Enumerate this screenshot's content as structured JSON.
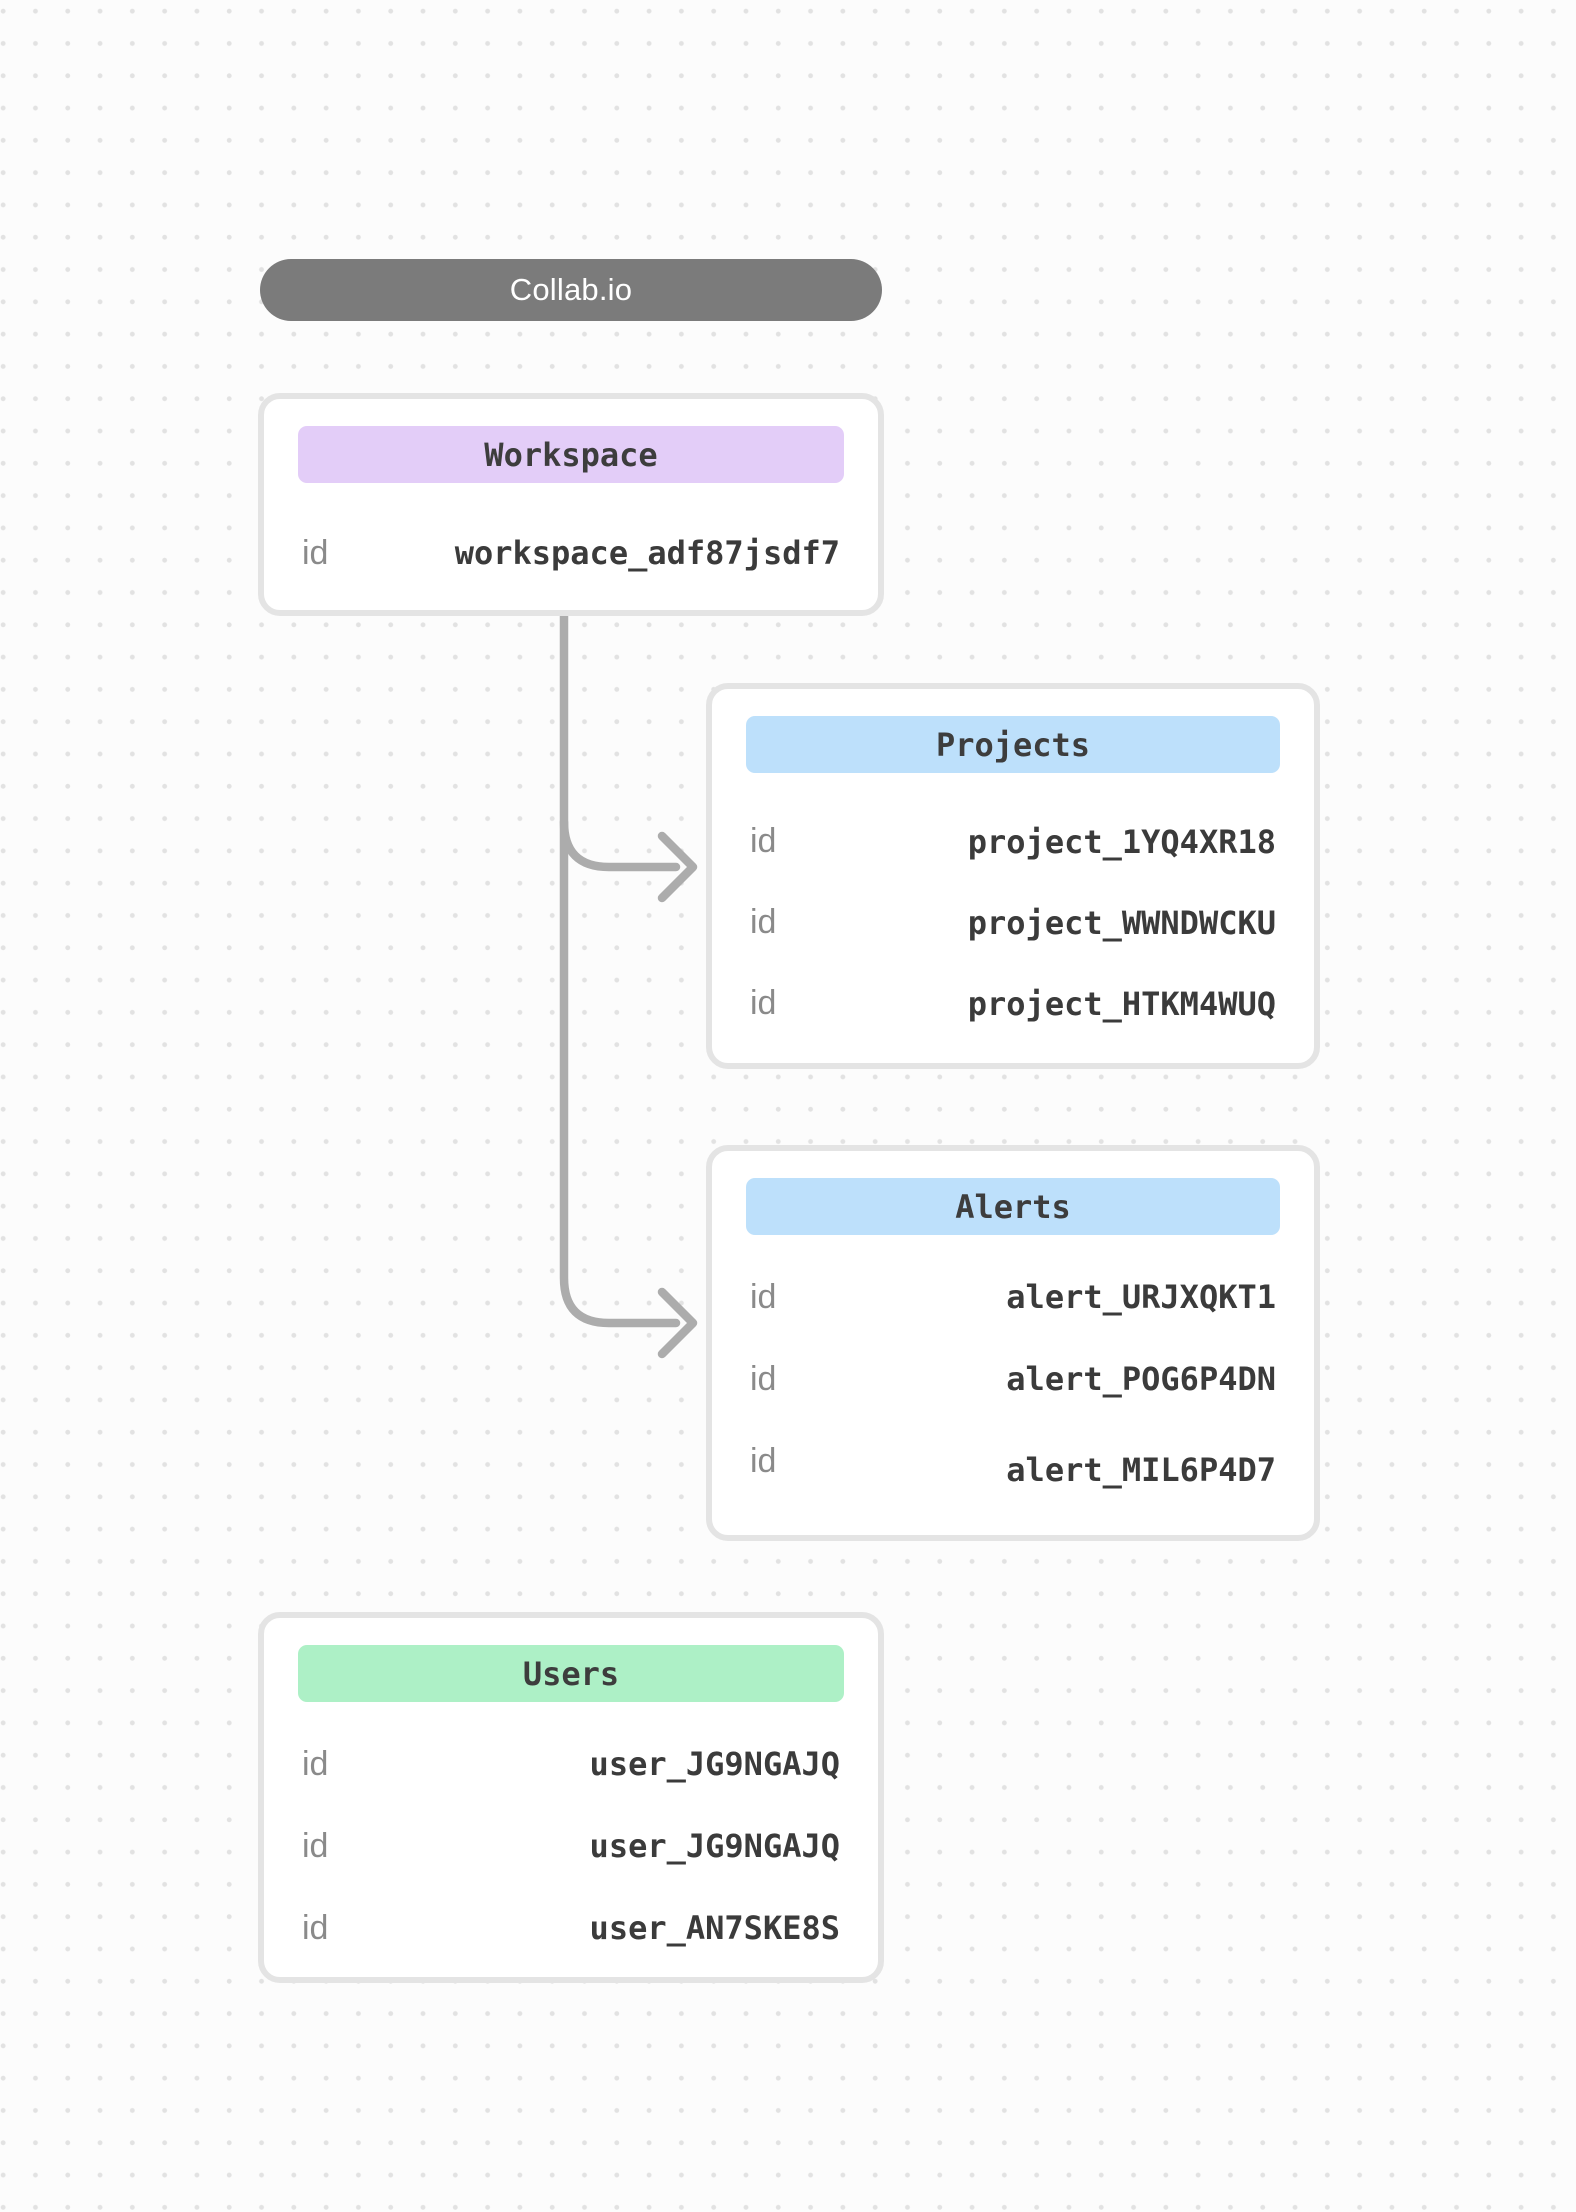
{
  "canvas": {
    "background_color": "#fcfcfc",
    "dot_color": "#e2e2e2"
  },
  "title_pill": {
    "label": "Collab.io",
    "bg_color": "#7b7b7b",
    "text_color": "#ffffff"
  },
  "connectors": {
    "color": "#acacac",
    "links": [
      {
        "from": "Workspace",
        "to": "Projects"
      },
      {
        "from": "Workspace",
        "to": "Alerts"
      }
    ]
  },
  "tables": [
    {
      "key": "workspace",
      "title": "Workspace",
      "header_bg": "#e3cdf8",
      "rows": [
        {
          "field": "id",
          "value": "workspace_adf87jsdf7"
        }
      ]
    },
    {
      "key": "projects",
      "title": "Projects",
      "header_bg": "#bde0fb",
      "rows": [
        {
          "field": "id",
          "value": "project_1YQ4XR18"
        },
        {
          "field": "id",
          "value": "project_WWNDWCKU"
        },
        {
          "field": "id",
          "value": "project_HTKM4WUQ"
        }
      ]
    },
    {
      "key": "alerts",
      "title": "Alerts",
      "header_bg": "#bde0fb",
      "rows": [
        {
          "field": "id",
          "value": "alert_URJXQKT1"
        },
        {
          "field": "id",
          "value": "alert_POG6P4DN"
        },
        {
          "field": "id",
          "value": "alert_MIL6P4D7"
        }
      ]
    },
    {
      "key": "users",
      "title": "Users",
      "header_bg": "#adf0c6",
      "rows": [
        {
          "field": "id",
          "value": "user_JG9NGAJQ"
        },
        {
          "field": "id",
          "value": "user_JG9NGAJQ"
        },
        {
          "field": "id",
          "value": "user_AN7SKE8S"
        }
      ]
    }
  ]
}
